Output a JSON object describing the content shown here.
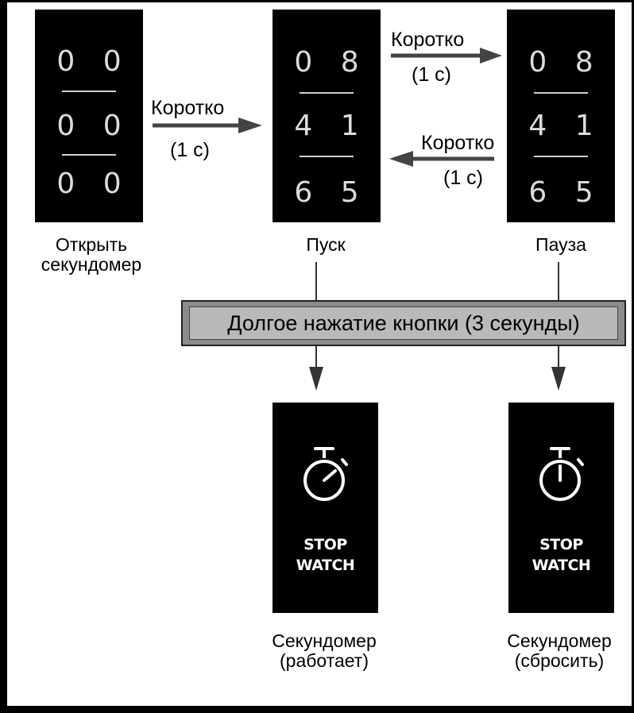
{
  "panels": [
    {
      "rows": [
        "0 0",
        "0 0",
        "0 0"
      ],
      "caption_line1": "Открыть",
      "caption_line2": "секундомер"
    },
    {
      "rows": [
        "0 8",
        "4 1",
        "6 5"
      ],
      "caption": "Пуск"
    },
    {
      "rows": [
        "0 8",
        "4 1",
        "6 5"
      ],
      "caption": "Пауза"
    }
  ],
  "arrows": {
    "open_to_start": {
      "label": "Коротко",
      "sub": "(1 с)"
    },
    "start_to_pause": {
      "label": "Коротко",
      "sub": "(1 с)"
    },
    "pause_to_start": {
      "label": "Коротко",
      "sub": "(1 с)"
    }
  },
  "long_press": {
    "label": "Долгое нажатие кнопки (3 секунды)"
  },
  "stopwatch_panels": [
    {
      "icon": "stopwatch-icon",
      "text_line1": "STOP",
      "text_line2": "WATCH",
      "caption_line1": "Секундомер",
      "caption_line2": "(работает)"
    },
    {
      "icon": "stopwatch-icon",
      "text_line1": "STOP",
      "text_line2": "WATCH",
      "caption_line1": "Секундомер",
      "caption_line2": "(сбросить)"
    }
  ],
  "colors": {
    "panel": "#000000",
    "digits": "#dcdcdc",
    "bar_outer": "#8c8c8c",
    "bar_inner": "#b9b9b9"
  }
}
